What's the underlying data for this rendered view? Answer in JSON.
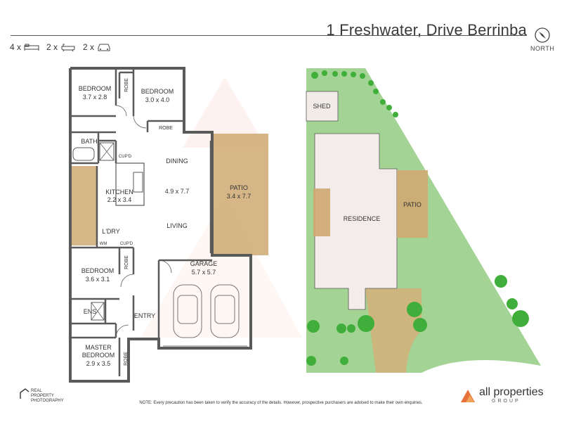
{
  "header": {
    "title": "1 Freshwater, Drive Berrinba",
    "north_label": "NORTH"
  },
  "features": [
    {
      "count": "4 x",
      "icon": "bed-icon"
    },
    {
      "count": "2 x",
      "icon": "bath-icon"
    },
    {
      "count": "2 x",
      "icon": "car-icon"
    }
  ],
  "floorplan": {
    "rooms": {
      "bedroom1": {
        "name": "BEDROOM",
        "size": "3.7 x 2.8"
      },
      "bedroom2": {
        "name": "BEDROOM",
        "size": "3.0 x 4.0"
      },
      "robe1": "ROBE",
      "robe2": "ROBE",
      "bath": "BATH",
      "cupd1": "CUP'D",
      "dining": "DINING",
      "kitchen": {
        "name": "KITCHEN",
        "size": "2.2 x 3.4"
      },
      "living_size": "4.9 x 7.7",
      "living": "LIVING",
      "patio": {
        "name": "PATIO",
        "size": "3.4 x 7.7"
      },
      "ldry": "L'DRY",
      "wm": "WM",
      "cupd2": "CUP'D",
      "bedroom3": {
        "name": "BEDROOM",
        "size": "3.6 x 3.1"
      },
      "robe3": "ROBE",
      "garage": {
        "name": "GARAGE",
        "size": "5.7 x 5.7"
      },
      "ens": "ENS",
      "entry": "ENTRY",
      "master": {
        "name1": "MASTER",
        "name2": "BEDROOM",
        "size": "2.9 x 3.5"
      },
      "robe4": "ROBE"
    }
  },
  "siteplan": {
    "shed": "SHED",
    "residence": "RESIDENCE",
    "patio": "PATIO"
  },
  "footer": {
    "note": "NOTE: Every precaution has been taken to verify the accuracy of the details. However, prospective purchasers are advised to make their own enquiries.",
    "left_logo": [
      "REAL",
      "PROPERTY",
      "PHOTOGRAPHY"
    ],
    "right_logo": "all properties",
    "right_logo_sub": "GROUP"
  },
  "colors": {
    "wall": "#5a5a5a",
    "patio": "#cfa971",
    "lawn": "#8cc97a",
    "residence": "#f0e6e2",
    "tree": "#3fae3a"
  }
}
